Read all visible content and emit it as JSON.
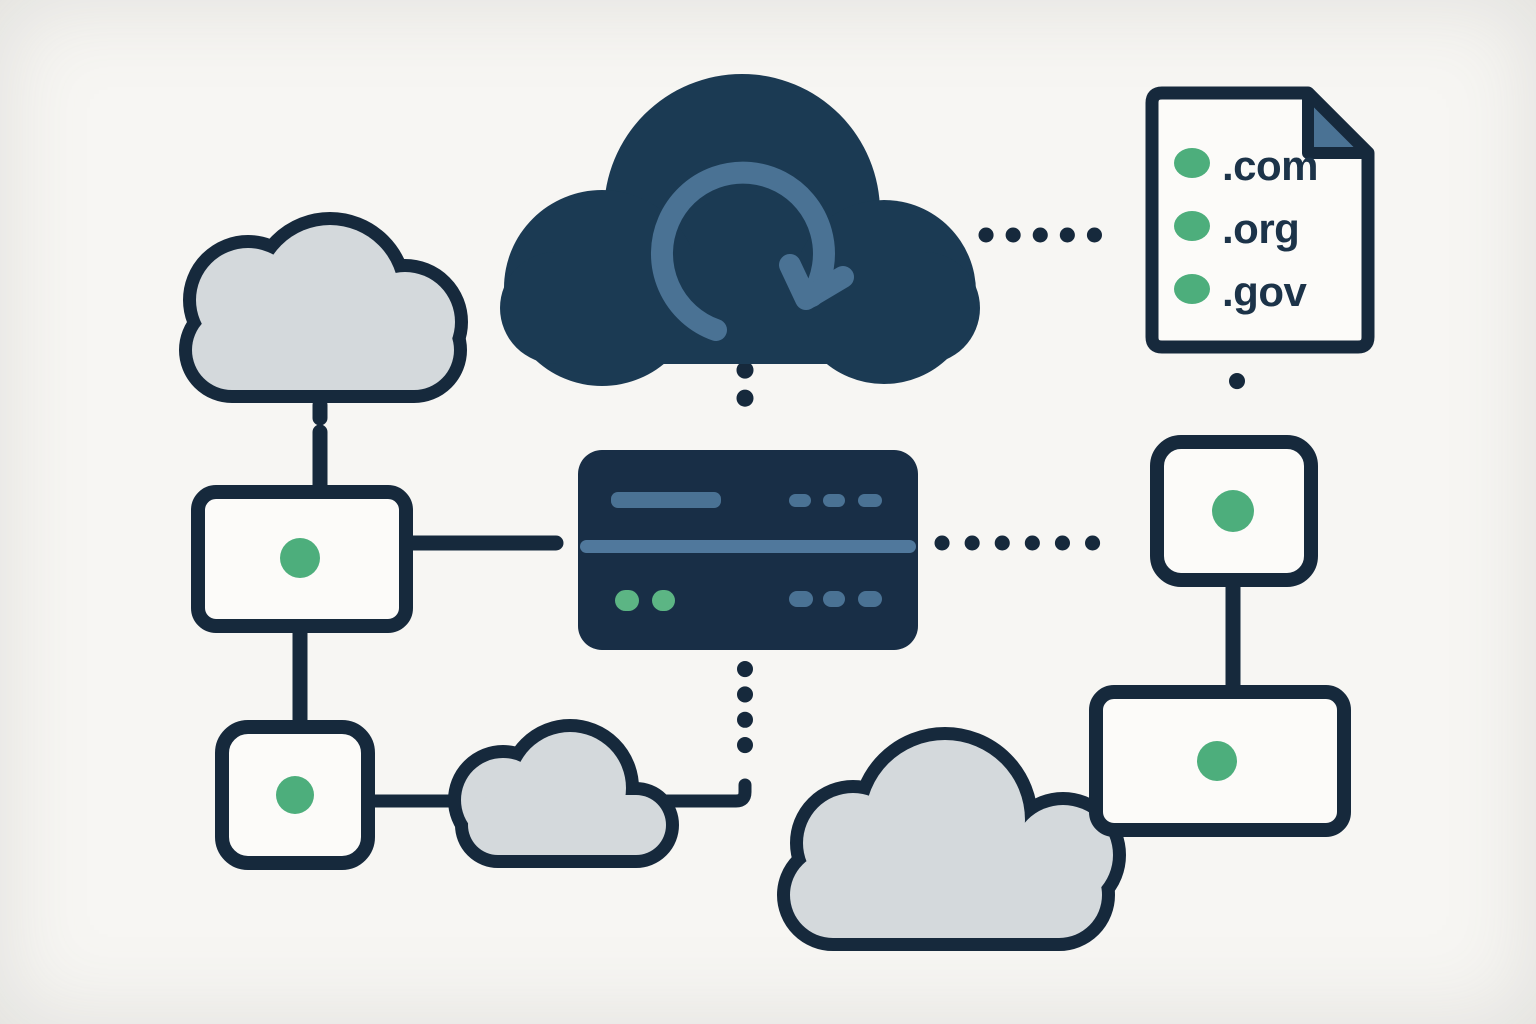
{
  "colors": {
    "background": "#f7f6f3",
    "navy_outline": "#16293c",
    "navy_cloud_fill": "#1b3a53",
    "server_fill": "#182e46",
    "steel_blue_accent": "#4a7294",
    "steel_blue_divider": "#50789c",
    "green_marker": "#4dae7c",
    "green_led": "#5cb584",
    "gray_cloud_fill": "#d4d9dc",
    "node_box_fill": "#fcfbf9"
  },
  "icons": {
    "sync_icon": "circular-refresh-arrow",
    "cloud_icon": "cloud-silhouette",
    "server_icon": "server-rack",
    "document_icon": "page-with-folded-corner",
    "node_marker_icon": "green-dot"
  },
  "document_card": {
    "items": [
      {
        "label": ".com"
      },
      {
        "label": ".org"
      },
      {
        "label": ".gov"
      }
    ]
  }
}
